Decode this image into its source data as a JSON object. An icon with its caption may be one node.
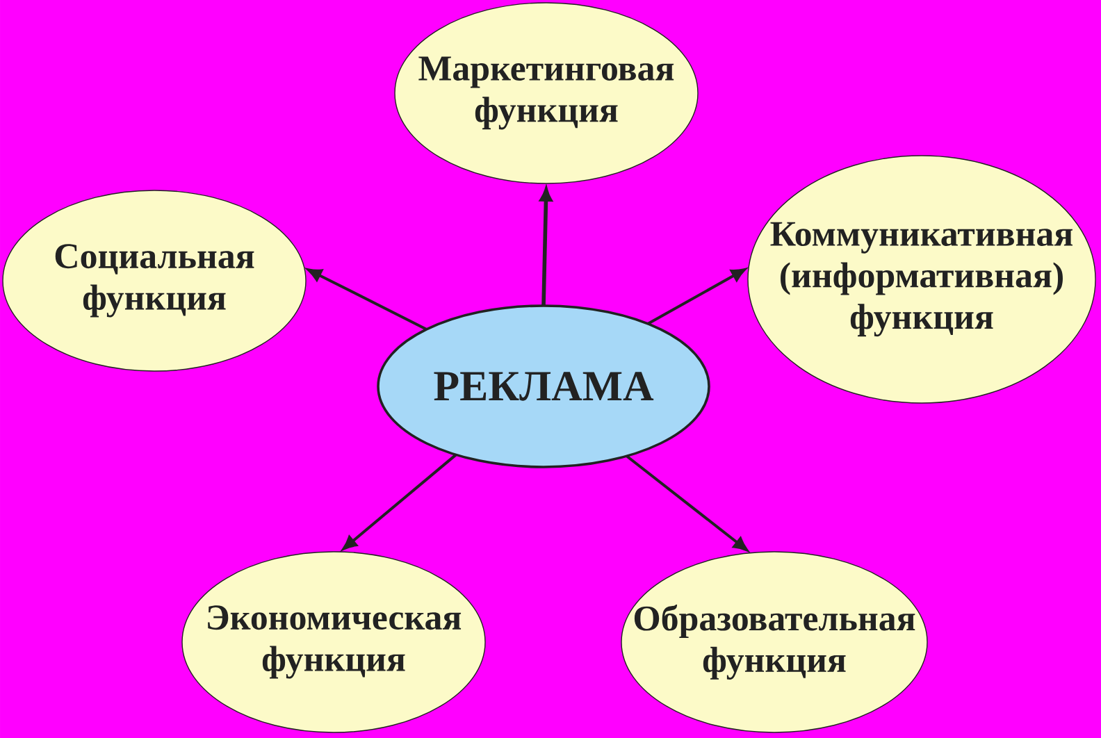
{
  "diagram": {
    "nodes": [
      {
        "text": [
          "РЕКЛАМА"
        ]
      },
      {
        "text": [
          "Маркетинговая функция"
        ]
      },
      {
        "text": [
          "Социальная функция"
        ]
      },
      {
        "text": [
          "Коммуникативная (информативная) функция"
        ]
      },
      {
        "text": [
          "Экономическая функция"
        ]
      },
      {
        "text": [
          "Образовательная функция"
        ]
      }
    ],
    "edges": [
      {
        "from": 0,
        "to": 1,
        "arrow": "to"
      },
      {
        "from": 0,
        "to": 2,
        "arrow": "to"
      },
      {
        "from": 0,
        "to": 3,
        "arrow": "to"
      },
      {
        "from": 0,
        "to": 4,
        "arrow": "to"
      },
      {
        "from": 0,
        "to": 5,
        "arrow": "to"
      }
    ]
  }
}
